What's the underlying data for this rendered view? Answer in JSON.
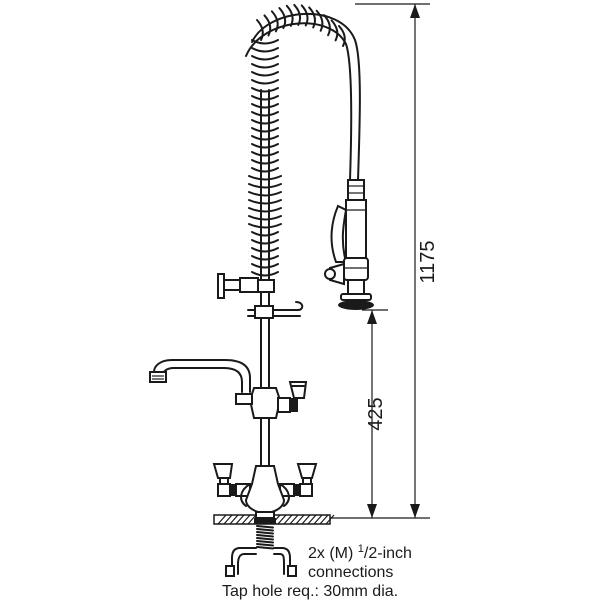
{
  "dimensions": {
    "overall_height": "1175",
    "spout_height": "425"
  },
  "notes": {
    "connections_prefix": "2x (M) ",
    "connections_fraction_num": "1",
    "connections_fraction_sep": "/",
    "connections_fraction_den": "2",
    "connections_suffix": "-inch",
    "connections_line2": "connections",
    "tap_hole": "Tap hole req.: 30mm dia."
  },
  "colors": {
    "line": "#1a1a1a",
    "background": "#ffffff"
  }
}
